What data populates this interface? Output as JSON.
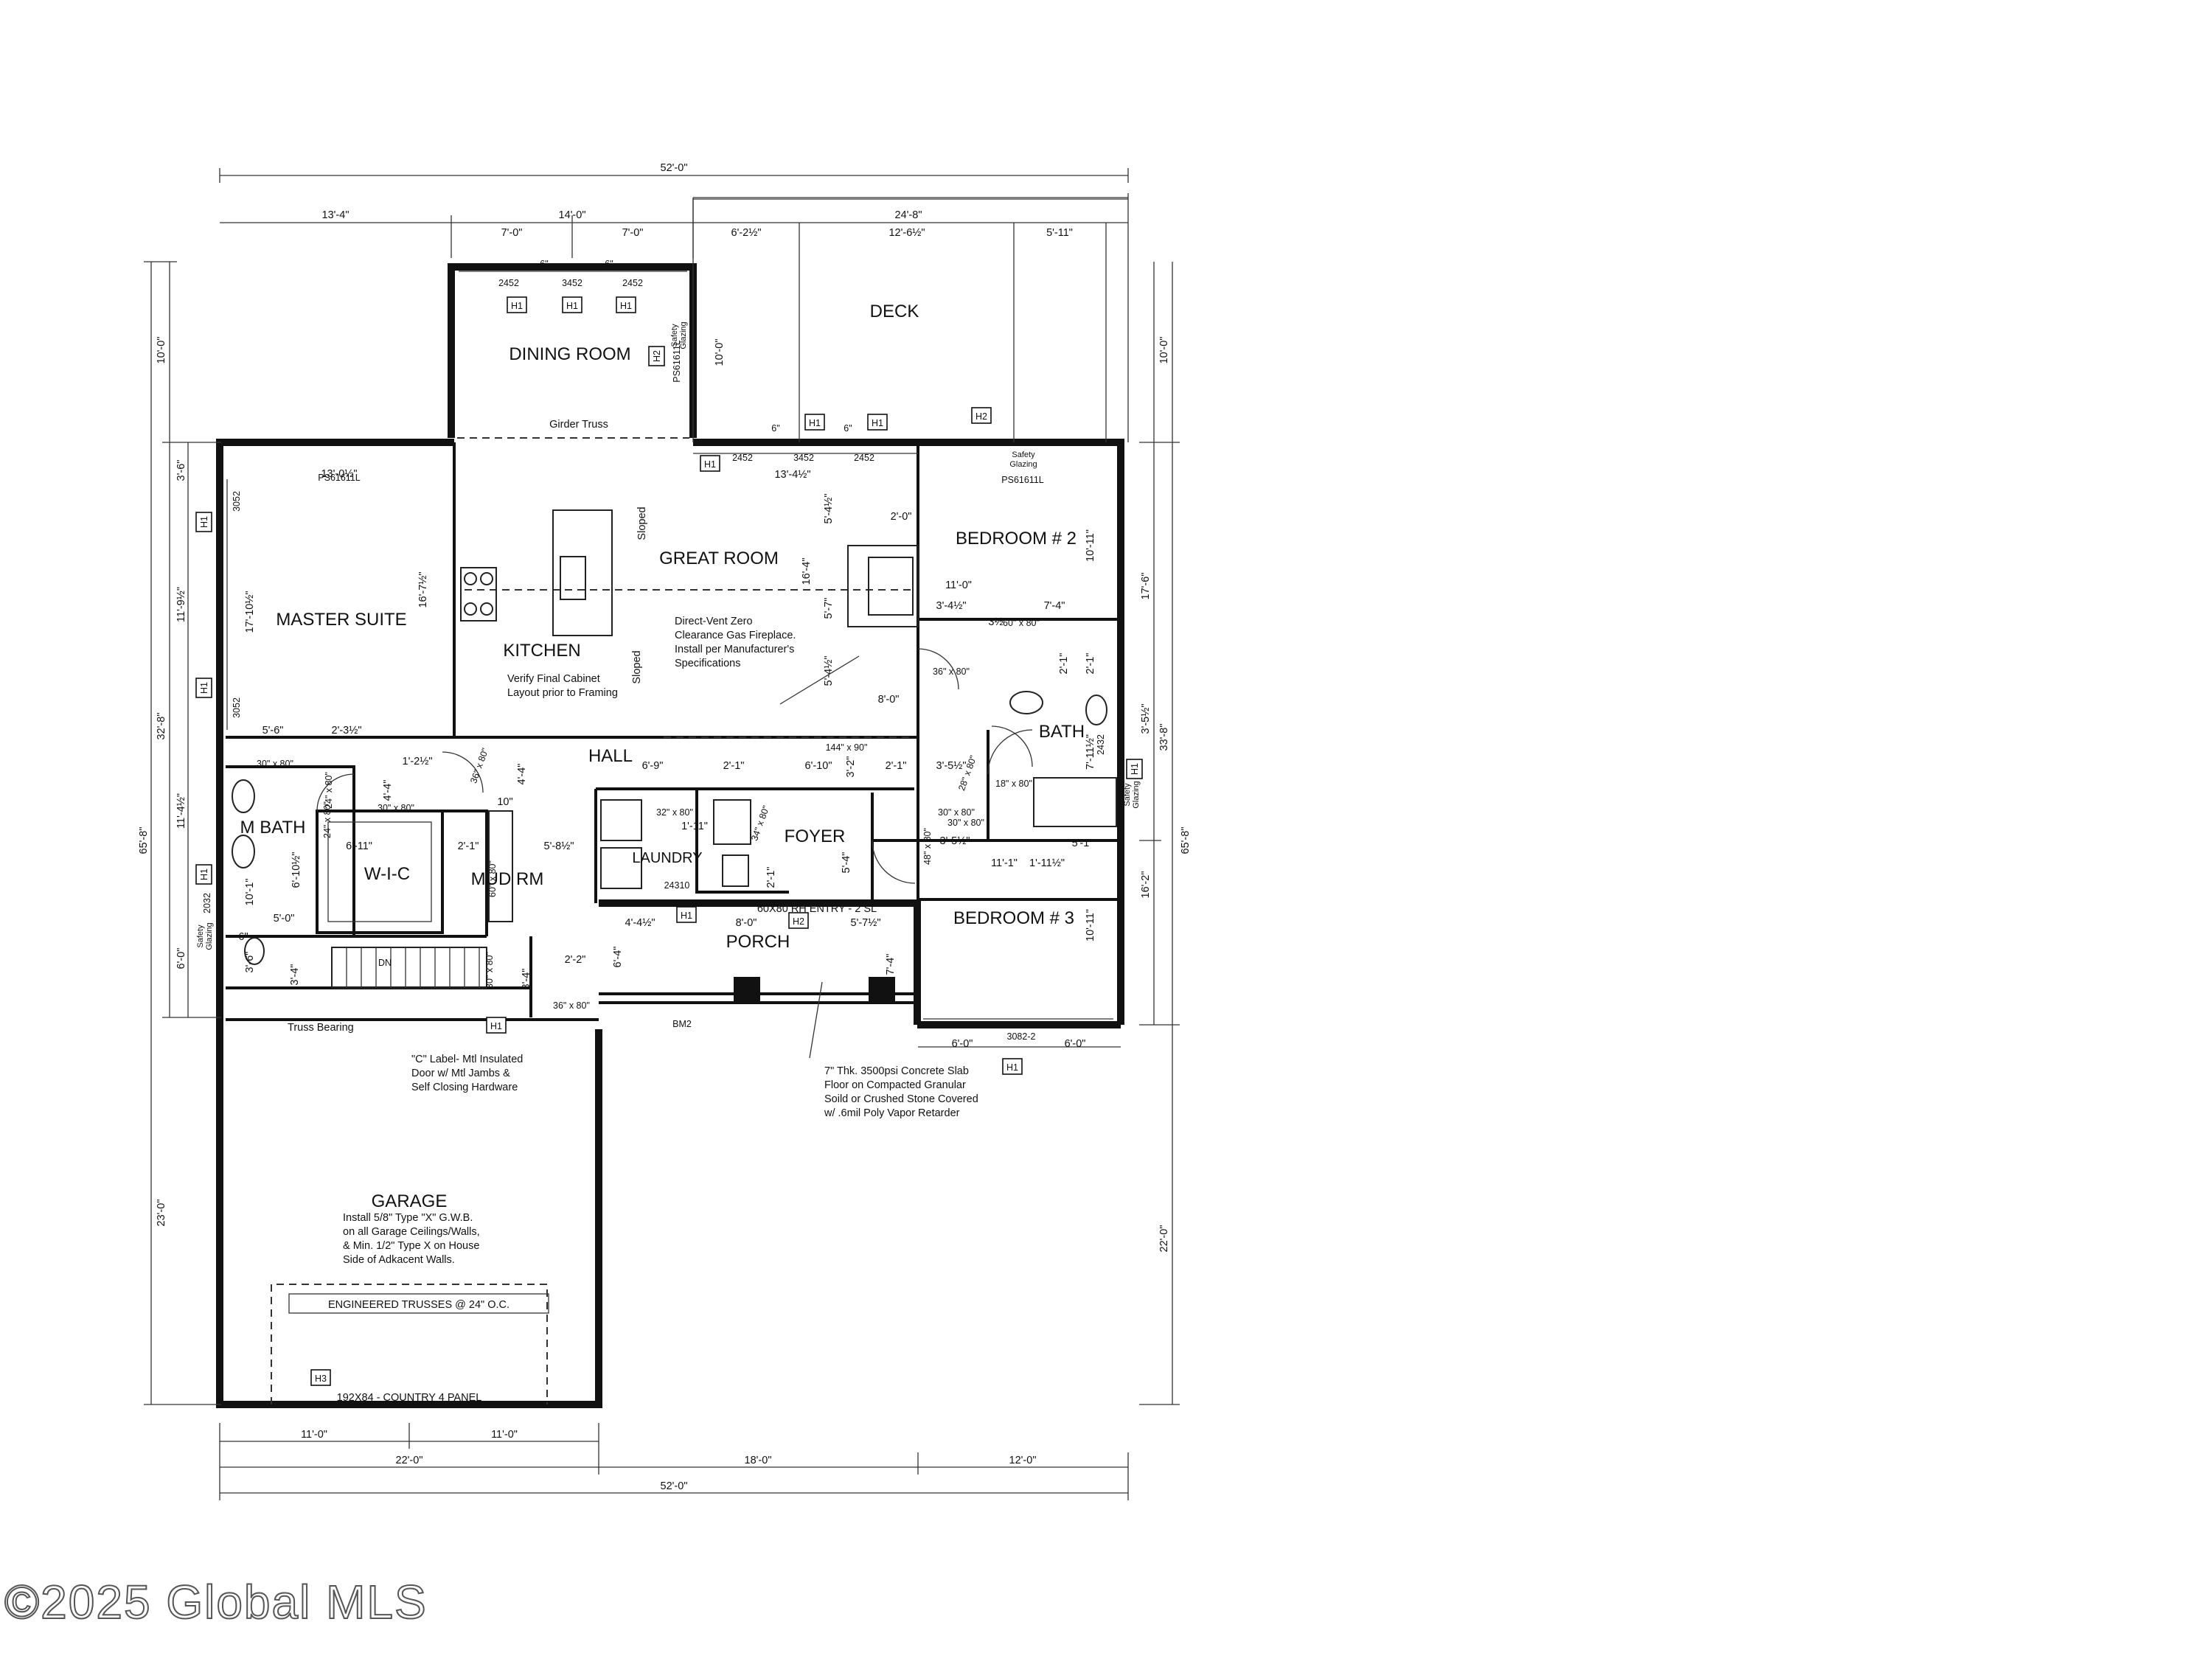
{
  "plan": {
    "rooms": {
      "dining_room": "DINING ROOM",
      "deck": "DECK",
      "great_room": "GREAT ROOM",
      "bedroom2": "BEDROOM # 2",
      "master_suite": "MASTER SUITE",
      "kitchen": "KITCHEN",
      "hall": "HALL",
      "bath": "BATH",
      "m_bath": "M BATH",
      "laundry": "LAUNDRY",
      "foyer": "FOYER",
      "wic": "W-I-C",
      "mud_rm": "MUD RM",
      "porch": "PORCH",
      "bedroom3": "BEDROOM # 3",
      "garage": "GARAGE"
    },
    "notes": {
      "girder_truss": "Girder Truss",
      "sloped": "Sloped",
      "fireplace": [
        "Direct-Vent Zero",
        "Clearance Gas Fireplace.",
        "Install per Manufacturer's",
        "Specifications"
      ],
      "cabinet": [
        "Verify Final Cabinet",
        "Layout prior to Framing"
      ],
      "truss_bearing": "Truss Bearing",
      "c_label": [
        "\"C\" Label- Mtl Insulated",
        "Door w/ Mtl Jambs &",
        "Self Closing Hardware"
      ],
      "slab": [
        "7\" Thk. 3500psi Concrete Slab",
        "Floor on Compacted Granular",
        "Soild or Crushed Stone Covered",
        "w/ .6mil Poly Vapor Retarder"
      ],
      "garage_gwb": [
        "Install 5/8\" Type \"X\" G.W.B.",
        "on all Garage Ceilings/Walls,",
        "& Min. 1/2\" Type X on House",
        "Side of Adkacent Walls."
      ],
      "trusses": "ENGINEERED TRUSSES @ 24\" O.C.",
      "garage_door": "192X84 - COUNTRY 4 PANEL",
      "entry_door": "60X80 RH ENTRY - 2 SL",
      "safety_glazing": [
        "Safety",
        "Glazing"
      ],
      "ps_dining": "PS61611L",
      "ps_bed2": "PS61611L",
      "ps_master": "PS61611L",
      "dn": "DN"
    },
    "windows": {
      "w2452a": "2452",
      "w3452a": "3452",
      "w2452b": "2452",
      "w2452c": "2452",
      "w3452b": "3452",
      "w2452d": "2452",
      "w3052a": "3052",
      "w3052b": "3052",
      "w2032": "2032",
      "w2432": "2432",
      "w24310": "24310",
      "w3082": "3082-2"
    },
    "header_tags": {
      "h1": "H1",
      "h2": "H2",
      "h3": "H3",
      "bm2": "BM2"
    },
    "doors": {
      "d144x90": "144\" x 90\"",
      "d30x80a": "30\" x 80\"",
      "d30x80b": "30\" x 80\"",
      "d36x80a": "36\" x 80\"",
      "d32x80": "32\" x 80\"",
      "d34x80": "34\" x 80\"",
      "d30x80c": "30\" x 80\"",
      "d28x80": "28\" x 80\"",
      "d18x80": "18\" x 80\"",
      "d60x80a": "60\" x 80\"",
      "d60x80b": "60\" x 80\"",
      "d36x80b": "36\" x 80\"",
      "d36x80c": "36\" x 80\"",
      "d30x80d": "30\" x 80\"",
      "d48x80": "48\" x 80\"",
      "d24x80": "24\" x 80\"",
      "d30x80e": "30\" x 80\"",
      "d24x80b": "24\" x 80\""
    },
    "dims_top": {
      "overall": "52'-0\"",
      "left": "13'-4\"",
      "mid": "14'-0\"",
      "a7": "7'-0\"",
      "b7": "7'-0\"",
      "deck_overall": "24'-8\"",
      "d1": "6'-2½\"",
      "d2": "12'-6½\"",
      "d3": "5'-11\"",
      "six1": "6\"",
      "six2": "6\"",
      "six3": "6\"",
      "six4": "6\""
    },
    "dims_bottom": {
      "g1": "11'-0\"",
      "g2": "11'-0\"",
      "g22": "22'-0\"",
      "g18": "18'-0\"",
      "g12": "12'-0\"",
      "overall": "52'-0\""
    },
    "dims_left": {
      "a10": "10'-0\"",
      "a36": "3'-6\"",
      "a119": "11'-9½\"",
      "a328": "32'-8\"",
      "a114": "11'-4½\"",
      "a60": "6'-0\"",
      "a658": "65'-8\"",
      "a230": "23'-0\""
    },
    "dims_right": {
      "r10a": "10'-0\"",
      "r10b": "10'-0\"",
      "r176": "17'-6\"",
      "r338": "33'-8\"",
      "r658": "65'-8\"",
      "r162": "16'-2\"",
      "r220": "22'-0\"",
      "r35": "3'-5½\""
    },
    "dims_interior": {
      "i1341": "13'-4½\"",
      "i1301": "13'-0½\"",
      "i1607": "16'-7½\"",
      "i1710": "17'-10½\"",
      "i1640": "16'-4\"",
      "i504a": "5'-4½\"",
      "i57": "5'-7\"",
      "i504b": "5'-4½\"",
      "i20": "2'-0\"",
      "i80": "8'-0\"",
      "i110": "11'-0\"",
      "i34": "3'-4½\"",
      "i74": "7'-4\"",
      "i35": "3½\"",
      "i1011a": "10'-11\"",
      "i21a": "2'-1\"",
      "i21b": "2'-1\"",
      "i711": "7'-11½\"",
      "i56": "5'-6\"",
      "i23": "2'-3½\"",
      "i12": "1'-2½\"",
      "i44": "4'-4\"",
      "i10": "10\"",
      "i69": "6'-9\"",
      "i21c": "2'-1\"",
      "i610": "6'-10\"",
      "i32": "3'-2\"",
      "i21d": "2'-1\"",
      "i35b": "3'-5½\"",
      "i111": "1'-11\"",
      "i611": "6'-11\"",
      "i21e": "2'-1\"",
      "i58": "5'-8½\"",
      "i610b": "6'-10½\"",
      "i101": "10'-1\"",
      "i50": "5'-0\"",
      "i6b": "6\"",
      "i36": "3'-6\"",
      "i34b": "3'-4\"",
      "i22": "2'-2\"",
      "i34c": "3'-4\"",
      "i44b": "4'-4½\"",
      "i80b": "8'-0\"",
      "i57b": "5'-7½\"",
      "i64": "6'-4\"",
      "i74b": "7'-4\"",
      "i54": "5'-4\"",
      "i21f": "2'-1\"",
      "i35c": "3'-5½\"",
      "i111b": "11'-1\"",
      "i111c": "1'-11½\"",
      "i51": "5'-1\"",
      "i1011b": "10'-11\"",
      "i60a": "6'-0\"",
      "i60b": "6'-0\"",
      "i44c": "4'-4\""
    },
    "watermark": "©2025 Global MLS",
    "colors": {
      "ink": "#111111",
      "paper": "#ffffff",
      "watermark": "#555555"
    }
  }
}
